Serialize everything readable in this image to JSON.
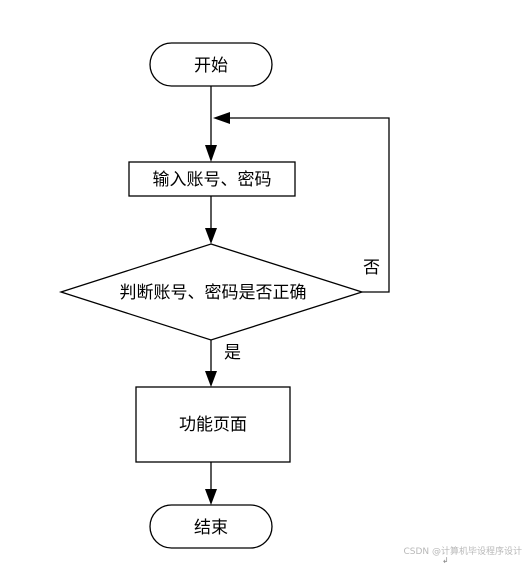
{
  "nodes": {
    "start": "开始",
    "input": "输入账号、密码",
    "decision": "判断账号、密码是否正确",
    "function": "功能页面",
    "end": "结束"
  },
  "edges": {
    "no": "否",
    "yes": "是"
  },
  "watermark": "CSDN @计算机毕设程序设计",
  "colors": {
    "stroke": "#000000",
    "fill": "#ffffff",
    "watermark": "#b8b8b8"
  }
}
